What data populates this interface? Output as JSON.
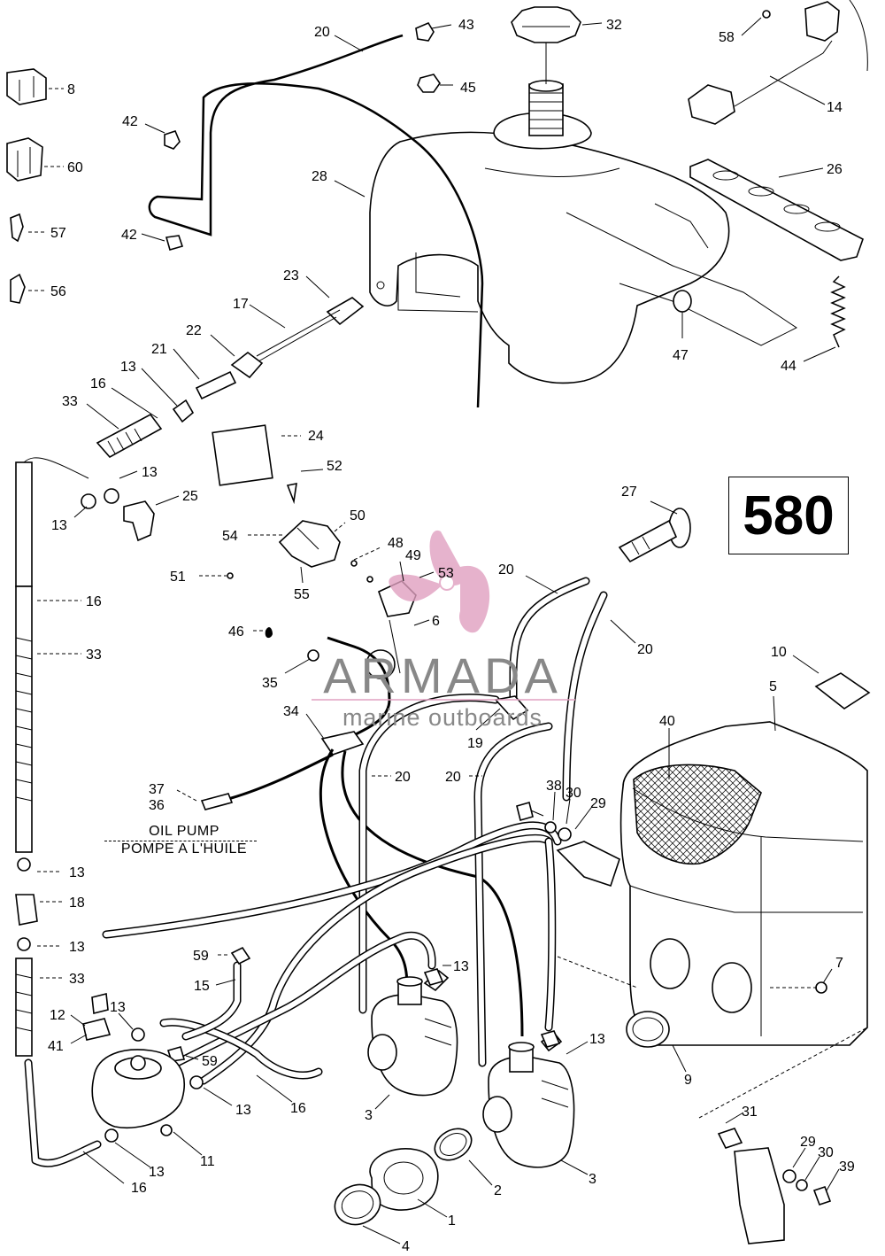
{
  "diagram_id": "580",
  "notes": {
    "line1": "OIL PUMP",
    "line2": "POMPE A L'HUILE"
  },
  "watermark": {
    "brand": "ARMADA",
    "tagline": "marine outboards",
    "accent_color": "#e0a0c0",
    "text_color": "#888888"
  },
  "callouts": [
    {
      "id": "c20a",
      "text": "20"
    },
    {
      "id": "c43",
      "text": "43"
    },
    {
      "id": "c32",
      "text": "32"
    },
    {
      "id": "c58",
      "text": "58"
    },
    {
      "id": "c8",
      "text": "8"
    },
    {
      "id": "c45",
      "text": "45"
    },
    {
      "id": "c14",
      "text": "14"
    },
    {
      "id": "c42a",
      "text": "42"
    },
    {
      "id": "c60",
      "text": "60"
    },
    {
      "id": "c26",
      "text": "26"
    },
    {
      "id": "c28",
      "text": "28"
    },
    {
      "id": "c57",
      "text": "57"
    },
    {
      "id": "c42b",
      "text": "42"
    },
    {
      "id": "c23",
      "text": "23"
    },
    {
      "id": "c56",
      "text": "56"
    },
    {
      "id": "c17",
      "text": "17"
    },
    {
      "id": "c47",
      "text": "47"
    },
    {
      "id": "c44",
      "text": "44"
    },
    {
      "id": "c22",
      "text": "22"
    },
    {
      "id": "c21",
      "text": "21"
    },
    {
      "id": "c13a",
      "text": "13"
    },
    {
      "id": "c16a",
      "text": "16"
    },
    {
      "id": "c33a",
      "text": "33"
    },
    {
      "id": "c24",
      "text": "24"
    },
    {
      "id": "c52",
      "text": "52"
    },
    {
      "id": "c13b",
      "text": "13"
    },
    {
      "id": "c25",
      "text": "25"
    },
    {
      "id": "c13c",
      "text": "13"
    },
    {
      "id": "c27",
      "text": "27"
    },
    {
      "id": "c50",
      "text": "50"
    },
    {
      "id": "c54",
      "text": "54"
    },
    {
      "id": "c48",
      "text": "48"
    },
    {
      "id": "c49",
      "text": "49"
    },
    {
      "id": "c51",
      "text": "51"
    },
    {
      "id": "c53",
      "text": "53"
    },
    {
      "id": "c20b",
      "text": "20"
    },
    {
      "id": "c55",
      "text": "55"
    },
    {
      "id": "c16b",
      "text": "16"
    },
    {
      "id": "c6",
      "text": "6"
    },
    {
      "id": "c20c",
      "text": "20"
    },
    {
      "id": "c46",
      "text": "46"
    },
    {
      "id": "c33b",
      "text": "33"
    },
    {
      "id": "c10",
      "text": "10"
    },
    {
      "id": "c35",
      "text": "35"
    },
    {
      "id": "c5",
      "text": "5"
    },
    {
      "id": "c34",
      "text": "34"
    },
    {
      "id": "c19",
      "text": "19"
    },
    {
      "id": "c40",
      "text": "40"
    },
    {
      "id": "c20d",
      "text": "20"
    },
    {
      "id": "c20e",
      "text": "20"
    },
    {
      "id": "c37",
      "text": "37"
    },
    {
      "id": "c36",
      "text": "36"
    },
    {
      "id": "c38",
      "text": "38"
    },
    {
      "id": "c30a",
      "text": "30"
    },
    {
      "id": "c29a",
      "text": "29"
    },
    {
      "id": "c13d",
      "text": "13"
    },
    {
      "id": "c18",
      "text": "18"
    },
    {
      "id": "c13e",
      "text": "13"
    },
    {
      "id": "c59a",
      "text": "59"
    },
    {
      "id": "c13f",
      "text": "13"
    },
    {
      "id": "c33c",
      "text": "33"
    },
    {
      "id": "c15",
      "text": "15"
    },
    {
      "id": "c7",
      "text": "7"
    },
    {
      "id": "c12",
      "text": "12"
    },
    {
      "id": "c13g",
      "text": "13"
    },
    {
      "id": "c41",
      "text": "41"
    },
    {
      "id": "c59b",
      "text": "59"
    },
    {
      "id": "c13h",
      "text": "13"
    },
    {
      "id": "c9",
      "text": "9"
    },
    {
      "id": "c13i",
      "text": "13"
    },
    {
      "id": "c16c",
      "text": "16"
    },
    {
      "id": "c3a",
      "text": "3"
    },
    {
      "id": "c31",
      "text": "31"
    },
    {
      "id": "c11",
      "text": "11"
    },
    {
      "id": "c29b",
      "text": "29"
    },
    {
      "id": "c30b",
      "text": "30"
    },
    {
      "id": "c39",
      "text": "39"
    },
    {
      "id": "c13j",
      "text": "13"
    },
    {
      "id": "c2",
      "text": "2"
    },
    {
      "id": "c3b",
      "text": "3"
    },
    {
      "id": "c16d",
      "text": "16"
    },
    {
      "id": "c1",
      "text": "1"
    },
    {
      "id": "c4",
      "text": "4"
    }
  ]
}
